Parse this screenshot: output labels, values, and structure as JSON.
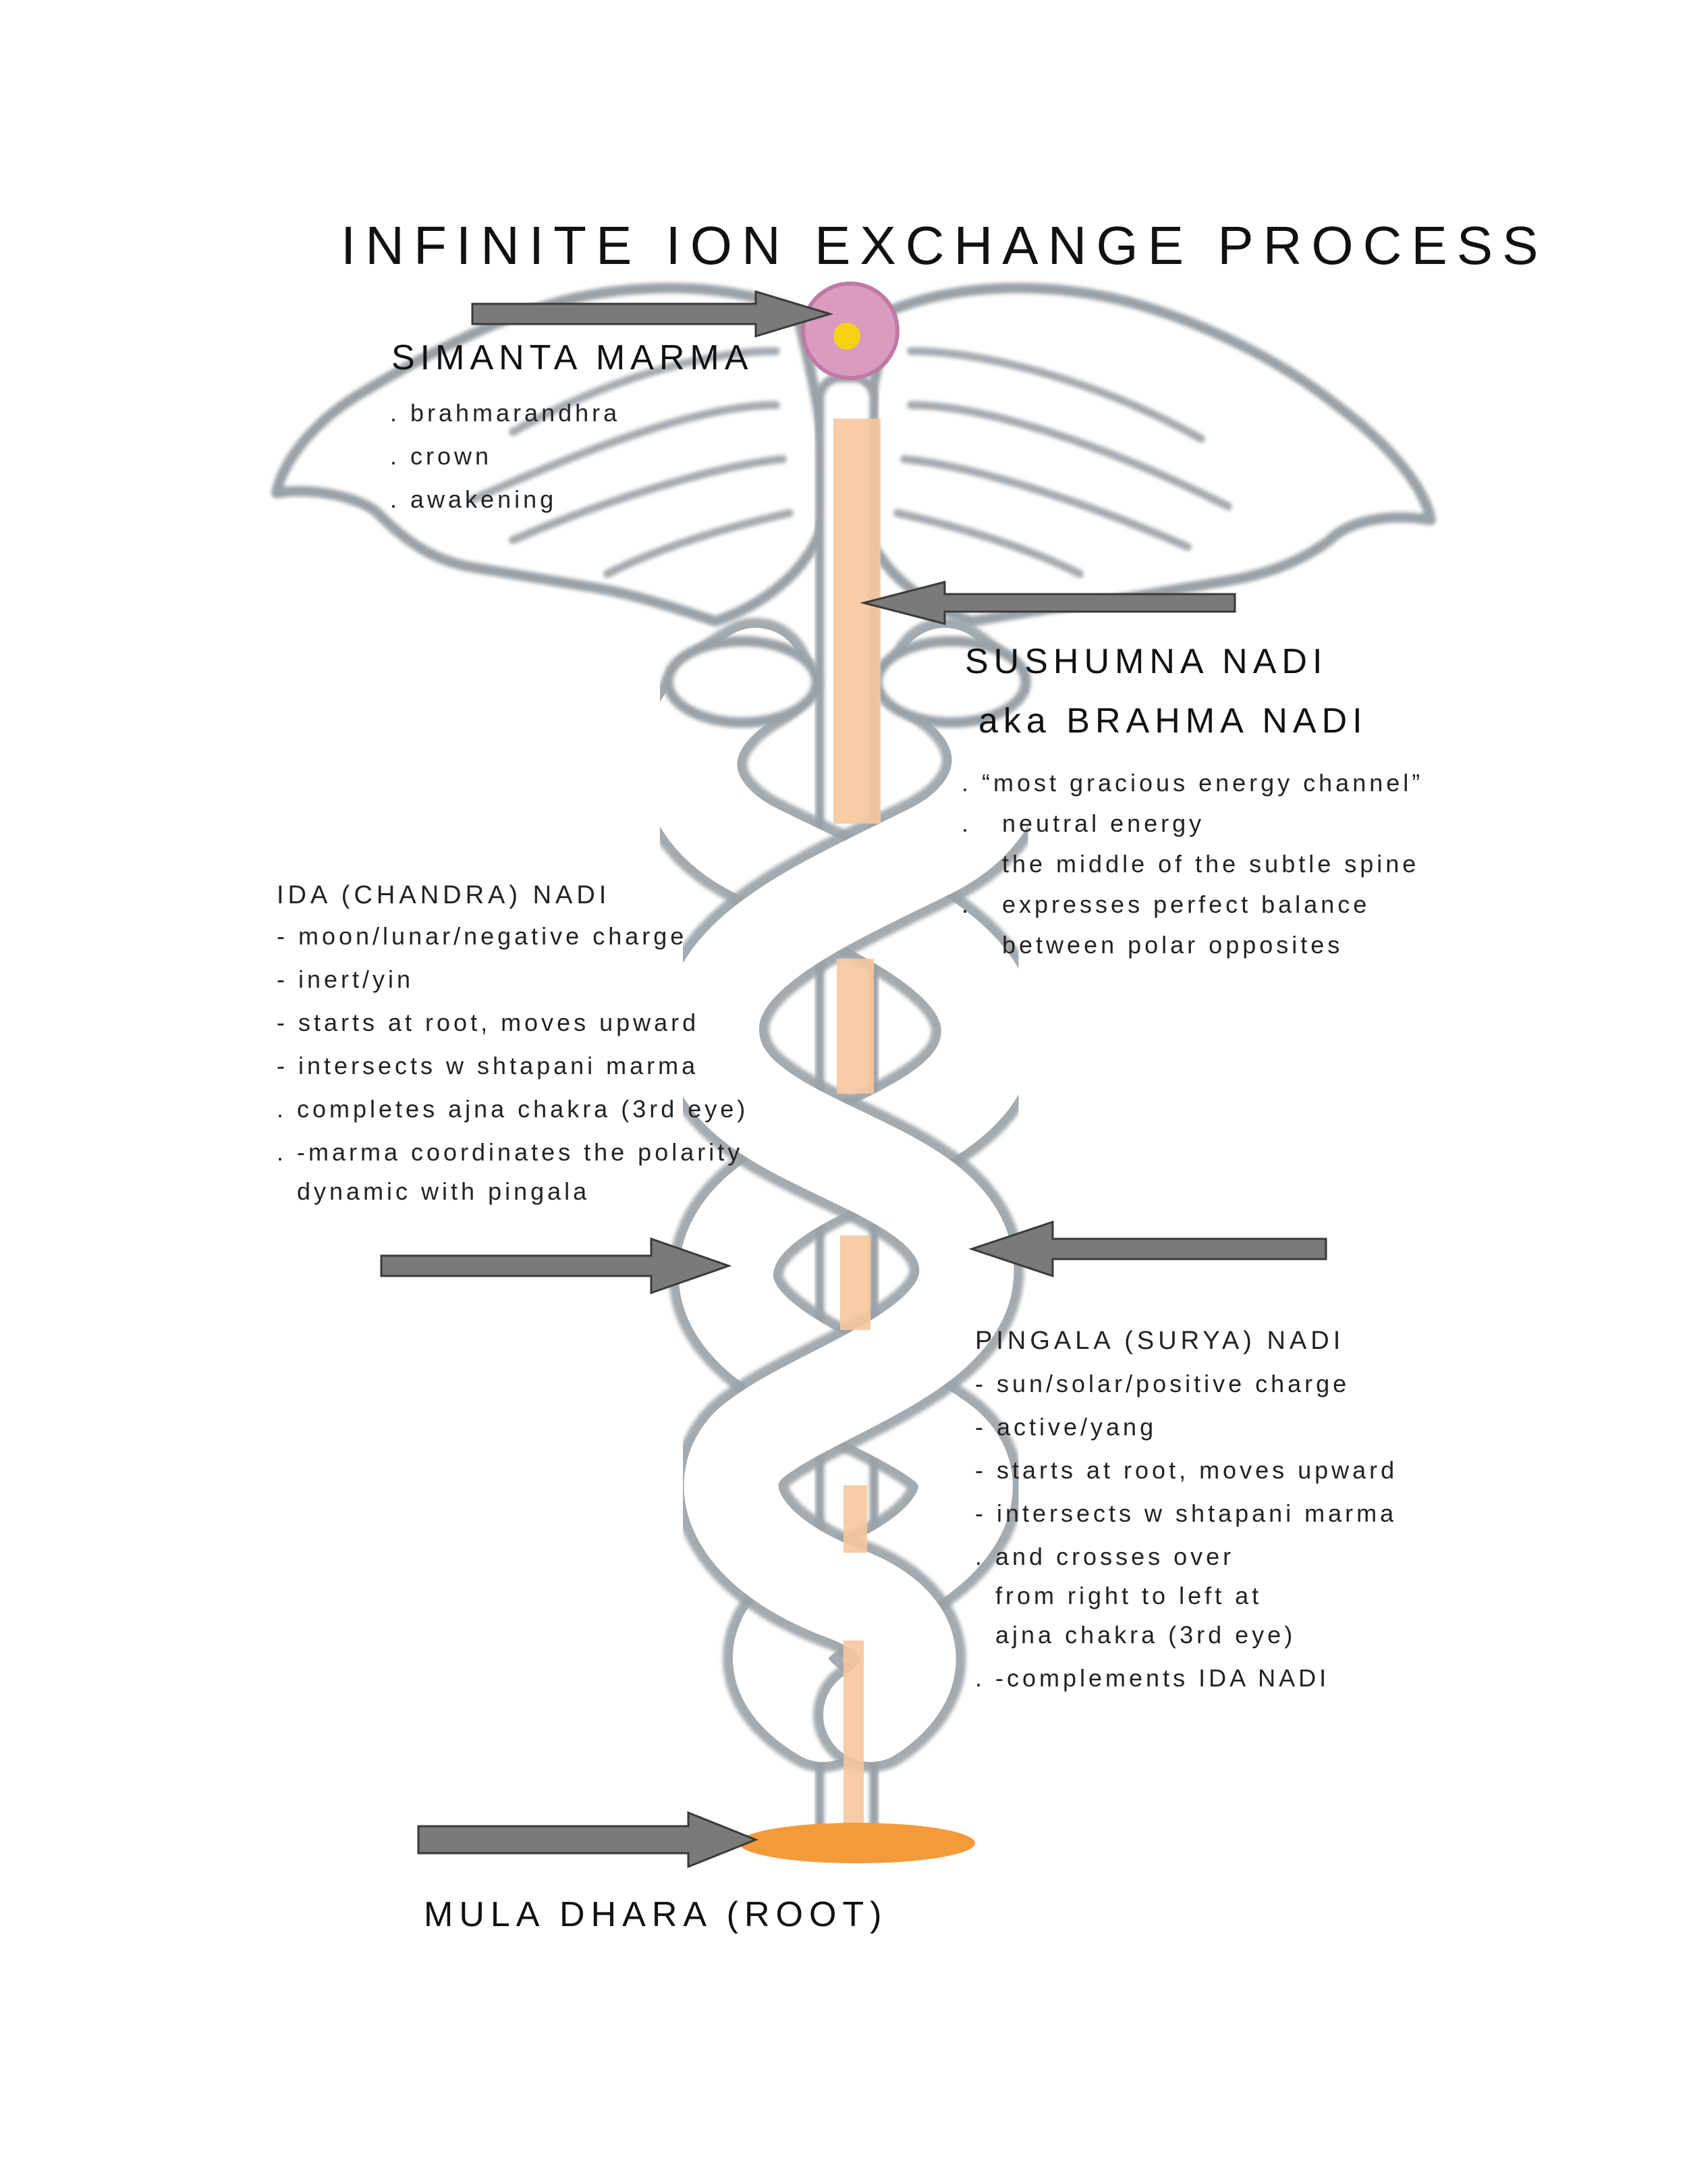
{
  "title": "INFINITE ION EXCHANGE PROCESS",
  "simanta": {
    "heading": "SIMANTA MARMA",
    "items": [
      ". brahmarandhra",
      ". crown",
      ". awakening"
    ]
  },
  "sushumna": {
    "heading": "SUSHUMNA NADI",
    "subheading": "aka BRAHMA NADI",
    "items": [
      ". “most gracious energy channel”",
      ".   neutral energy",
      "    the middle of the subtle spine",
      ".   expresses perfect balance",
      "    between polar opposites"
    ]
  },
  "ida": {
    "heading": "IDA (CHANDRA) NADI",
    "items": [
      "- moon/lunar/negative charge",
      "- inert/yin",
      "- starts at root, moves upward",
      "- intersects w shtapani marma",
      ". completes ajna chakra (3rd eye)",
      ". -marma coordinates the polarity",
      "  dynamic with pingala"
    ]
  },
  "pingala": {
    "heading": "PINGALA (SURYA) NADI",
    "items": [
      "- sun/solar/positive charge",
      "- active/yang",
      "- starts at root, moves upward",
      "- intersects w shtapani marma",
      ". and crosses over",
      "  from right to left at",
      "  ajna chakra (3rd eye)",
      ". -complements IDA NADI"
    ]
  },
  "root": {
    "heading": "MULA DHARA (ROOT)"
  },
  "colors": {
    "arrow": "#7a7a7a",
    "arrow_edge": "#3a3a3a",
    "outline": "#9aa2a8",
    "spine": "#f6c79c",
    "crown": "#d99bc0",
    "crown_dot": "#f5d313",
    "root": "#f39a3b"
  }
}
